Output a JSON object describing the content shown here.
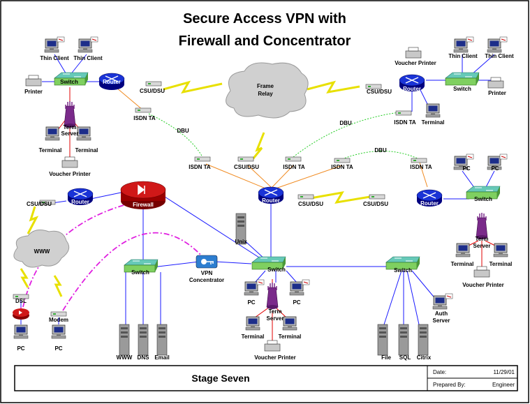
{
  "title": {
    "line1": "Secure Access VPN with",
    "line2": "Firewall and Concentrator"
  },
  "labels": {
    "thin_client_1": "Thin Client",
    "thin_client_2": "Thin Client",
    "printer_1": "Printer",
    "switch_1": "Switch",
    "router_1": "Router",
    "csu_dsu_1": "CSU/DSU",
    "isdn_ta_1": "ISDN TA",
    "dbu_1": "DBU",
    "term_server_1a": "Term",
    "term_server_1b": "Server",
    "terminal_1": "Terminal",
    "terminal_2": "Terminal",
    "voucher_printer_1": "Voucher Printer",
    "frame_relay_1": "Frame",
    "frame_relay_2": "Relay",
    "voucher_printer_2": "Voucher Printer",
    "thin_client_3": "Thin Client",
    "thin_client_4": "Thin Client",
    "router_2": "Router",
    "switch_2": "Switch",
    "printer_2": "Printer",
    "csu_dsu_2": "CSU/DSU",
    "isdn_ta_2": "ISDN TA",
    "terminal_3": "Terminal",
    "dbu_2": "DBU",
    "dbu_3": "DBU",
    "isdn_ta_3": "ISDN TA",
    "csu_dsu_3": "CSU/DSU",
    "isdn_ta_4": "ISDN TA",
    "isdn_ta_5": "ISDN TA",
    "isdn_ta_6": "ISDN TA",
    "pc_1": "PC",
    "pc_2": "PC",
    "csu_dsu_4": "CSU/DSU",
    "router_3": "Router",
    "firewall": "Firewall",
    "router_4": "Router",
    "csu_dsu_5": "CSU/DSU",
    "csu_dsu_6": "CSU/DSU",
    "router_5": "Router",
    "switch_3": "Switch",
    "term_server_2a": "Term",
    "term_server_2b": "Server",
    "terminal_4": "Terminal",
    "terminal_5": "Terminal",
    "voucher_printer_3": "Voucher Printer",
    "www_cloud": "WWW",
    "dsl": "DSL",
    "modem": "Modem",
    "pc_3": "PC",
    "pc_4": "PC",
    "switch_4": "Switch",
    "vpn_1": "VPN",
    "vpn_2": "Concentrator",
    "www_server": "WWW",
    "dns_server": "DNS",
    "email_server": "Email",
    "unix": "Unix",
    "switch_5": "Switch",
    "pc_5": "PC",
    "pc_6": "PC",
    "term_server_3a": "Term",
    "term_server_3b": "Server",
    "terminal_6": "Terminal",
    "terminal_7": "Terminal",
    "voucher_printer_4": "Voucher Printer",
    "switch_6": "Switch",
    "auth_server_1": "Auth",
    "auth_server_2": "Server",
    "file_server": "File",
    "sql_server": "SQL",
    "citrix_server": "Citrix"
  },
  "title_block": {
    "stage": "Stage Seven",
    "date_label": "Date:",
    "date_value": "11/29/01",
    "prepared_by_label": "Prepared By:",
    "prepared_by_value": "Engineer"
  },
  "colors": {
    "lan_link": "#1a1aff",
    "terminal_link": "#e00000",
    "isdn_link": "#f08a20",
    "dbu_link": "#22cc22",
    "vpn_tunnel": "#e020e0",
    "wan_link": "#e8e000"
  }
}
